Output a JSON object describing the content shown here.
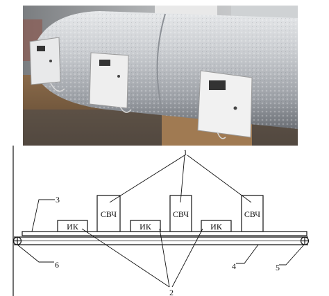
{
  "figure": {
    "photo": {
      "subject": "three electrical control boxes mounted on a foil-insulated cylindrical drum"
    },
    "diagram": {
      "block_labels": {
        "svch": "СВЧ",
        "ik": "ИК"
      },
      "callouts": {
        "c1": "1",
        "c2": "2",
        "c3": "3",
        "c4": "4",
        "c5": "5",
        "c6": "6"
      }
    }
  }
}
